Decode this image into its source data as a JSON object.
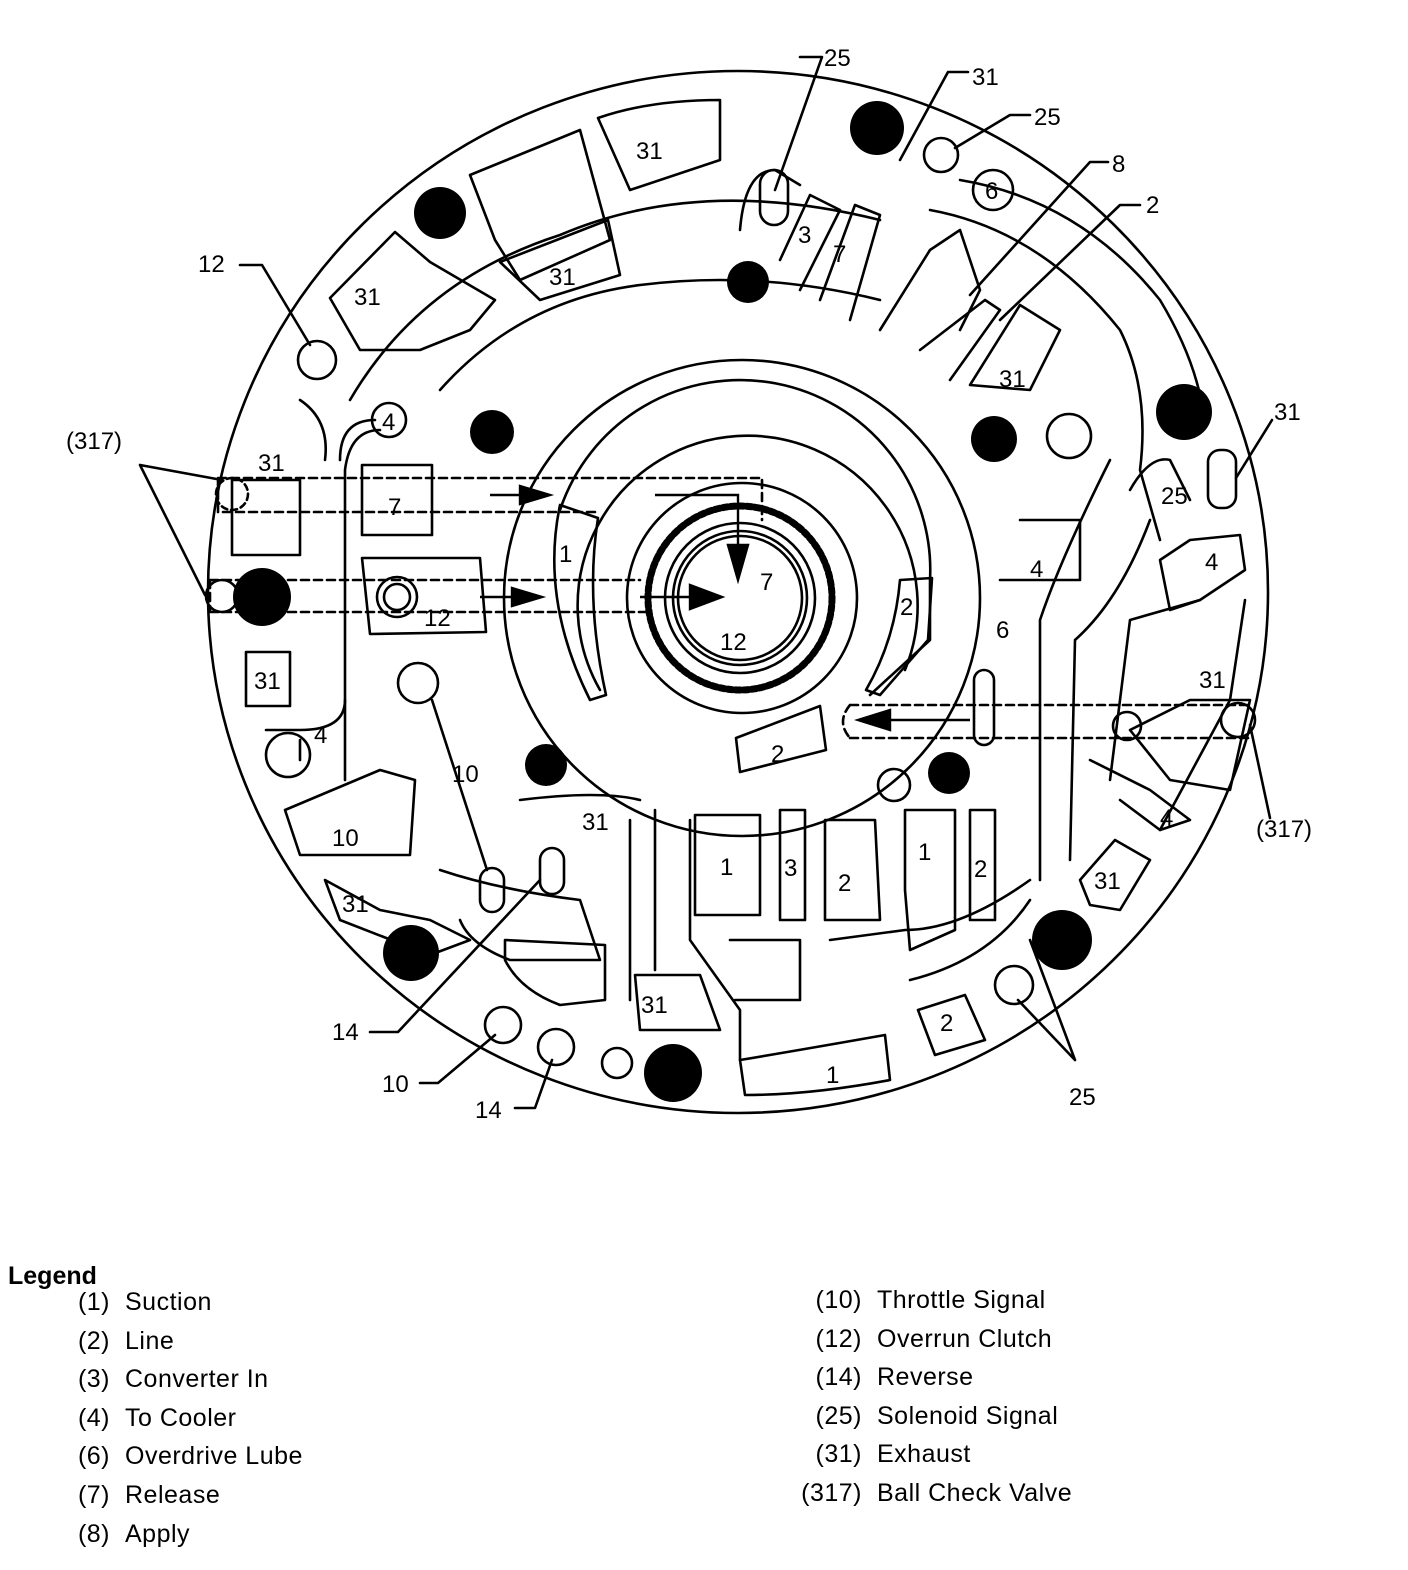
{
  "diagram": {
    "labels": {
      "callout_25_top": "25",
      "callout_31_top": "31",
      "callout_25_topright": "25",
      "callout_8": "8",
      "callout_2_topright": "2",
      "callout_12_left": "12",
      "callout_317_left": "(317)",
      "callout_31_right": "31",
      "callout_317_right": "(317)",
      "callout_10_mid": "10",
      "callout_14_lower": "14",
      "callout_10_bottom": "10",
      "callout_14_bottom": "14",
      "callout_25_bottom": "25",
      "area_31_a": "31",
      "area_31_b": "31",
      "area_31_c": "31",
      "area_3_top": "3",
      "area_7_top": "7",
      "area_6_top": "6",
      "area_31_d": "31",
      "area_4_left": "4",
      "area_31_e": "31",
      "area_7_left": "7",
      "area_1_left": "1",
      "area_12_left": "12",
      "area_7_center": "7",
      "area_12_center": "12",
      "area_2_center": "2",
      "area_25_right": "25",
      "area_4_right": "4",
      "area_4_right2": "4",
      "area_6_right": "6",
      "area_31_right": "31",
      "area_31_left2": "31",
      "area_4_left2": "4",
      "area_2_lower": "2",
      "area_10_left": "10",
      "area_31_lower": "31",
      "area_4_lowright": "4",
      "area_1_bottom1": "1",
      "area_3_bottom": "3",
      "area_2_bottom1": "2",
      "area_1_bottom2": "1",
      "area_2_bottom2": "2",
      "area_31_lowright": "31",
      "area_31_lowleft": "31",
      "area_31_bottom": "31",
      "area_2_bottom3": "2",
      "area_1_bottom3": "1"
    }
  },
  "legend": {
    "title": "Legend",
    "left": [
      {
        "num": "(1)",
        "text": "Suction"
      },
      {
        "num": "(2)",
        "text": "Line"
      },
      {
        "num": "(3)",
        "text": "Converter In"
      },
      {
        "num": "(4)",
        "text": "To Cooler"
      },
      {
        "num": "(6)",
        "text": "Overdrive Lube"
      },
      {
        "num": "(7)",
        "text": "Release"
      },
      {
        "num": "(8)",
        "text": "Apply"
      }
    ],
    "right": [
      {
        "num": "(10)",
        "text": "Throttle Signal"
      },
      {
        "num": "(12)",
        "text": "Overrun Clutch"
      },
      {
        "num": "(14)",
        "text": "Reverse"
      },
      {
        "num": "(25)",
        "text": "Solenoid Signal"
      },
      {
        "num": "(31)",
        "text": "Exhaust"
      },
      {
        "num": "(317)",
        "text": "Ball Check Valve"
      }
    ]
  }
}
